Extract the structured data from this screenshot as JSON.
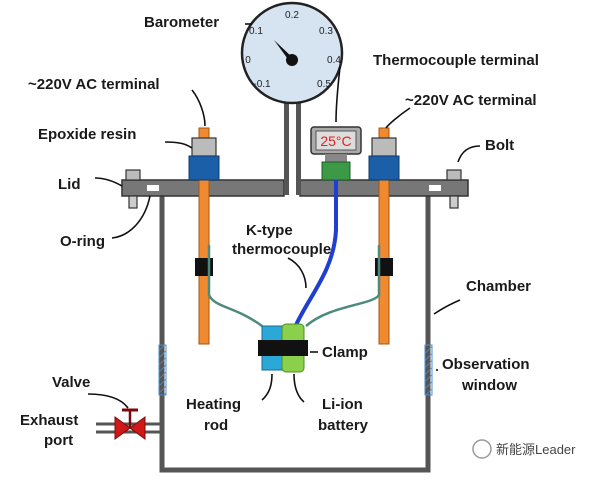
{
  "labels": {
    "barometer": "Barometer",
    "thermocouple_terminal": "Thermocouple terminal",
    "ac_terminal_left": "~220V AC terminal",
    "ac_terminal_right": "~220V AC terminal",
    "epoxide_resin": "Epoxide resin",
    "bolt": "Bolt",
    "lid": "Lid",
    "o_ring": "O-ring",
    "k_type_line1": "K-type",
    "k_type_line2": "thermocouple",
    "chamber": "Chamber",
    "clamp": "Clamp",
    "observation_line1": "Observation",
    "observation_line2": "window",
    "valve": "Valve",
    "exhaust_line1": "Exhaust",
    "exhaust_line2": "port",
    "heating_line1": "Heating",
    "heating_line2": "rod",
    "battery_line1": "Li-ion",
    "battery_line2": "battery"
  },
  "barometer_ticks": [
    "0.2",
    "0.1",
    "0.3",
    "0",
    "0.4",
    "-0.1",
    "0.5"
  ],
  "temperature_display": "25°C",
  "watermark": "新能源Leader",
  "colors": {
    "heating_rod": "#f08a30",
    "epoxy": "#1b5fa8",
    "chamber_wall": "#555555",
    "thermocouple_wire": "#1f3fd0",
    "display_red": "#e02020",
    "valve_red": "#d01818",
    "battery_green": "#8ad04a",
    "battery_blue": "#2aa8d8",
    "dial_face": "#d6e4f2"
  }
}
